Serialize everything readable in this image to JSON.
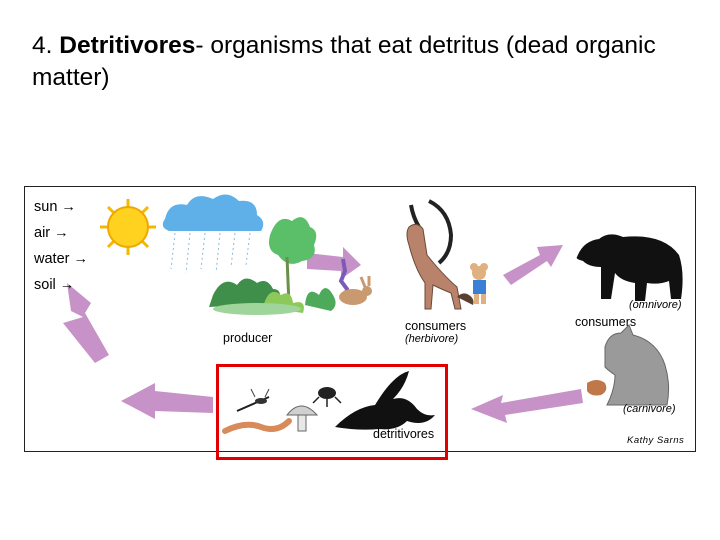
{
  "heading": {
    "number": "4.",
    "term": "Detritivores",
    "definition": "- organisms that eat detritus (dead organic matter)"
  },
  "diagram": {
    "resources": [
      "sun →",
      "air →",
      "water →",
      "soil →"
    ],
    "labels": {
      "producer": "producer",
      "consumers_herbivore": "consumers",
      "herbivore_note": "(herbivore)",
      "omnivore_note": "(omnivore)",
      "consumers_omnivore": "consumers",
      "carnivore_note": "(carnivore)",
      "detritivores": "detritivores",
      "signature": "Kathy Sarns"
    },
    "colors": {
      "arrow": "#c792c7",
      "highlight": "#e00000",
      "sun": "#ffd21f",
      "plant": "#4caa5a",
      "deer": "#b8836a",
      "bear": "#111111",
      "wolf": "#9a9a9a"
    }
  }
}
